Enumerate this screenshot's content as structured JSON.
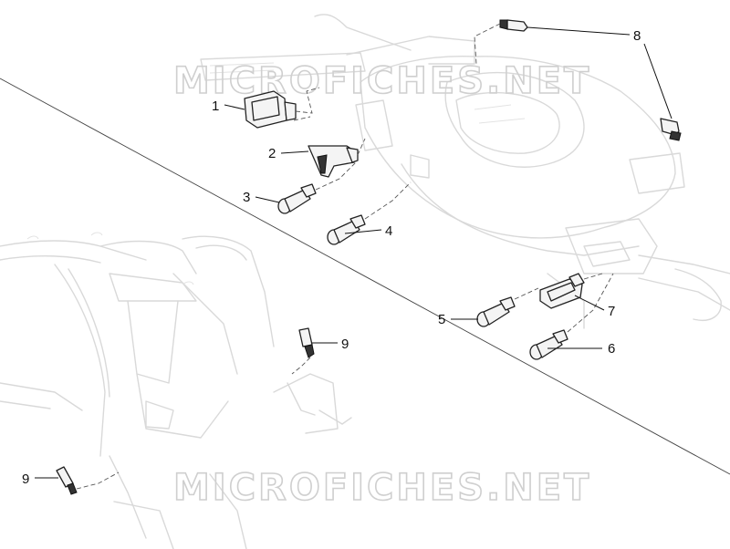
{
  "watermarks": [
    "MICROFICHES.NET",
    "MICROFICHES.NET"
  ],
  "callouts": {
    "c1": "1",
    "c2": "2",
    "c3": "3",
    "c4": "4",
    "c5": "5",
    "c6": "6",
    "c7": "7",
    "c8": "8",
    "c9a": "9",
    "c9b": "9"
  },
  "colors": {
    "line": "#111111",
    "ghost": "#d9d9d9",
    "watermark": "#cfcfcf"
  }
}
